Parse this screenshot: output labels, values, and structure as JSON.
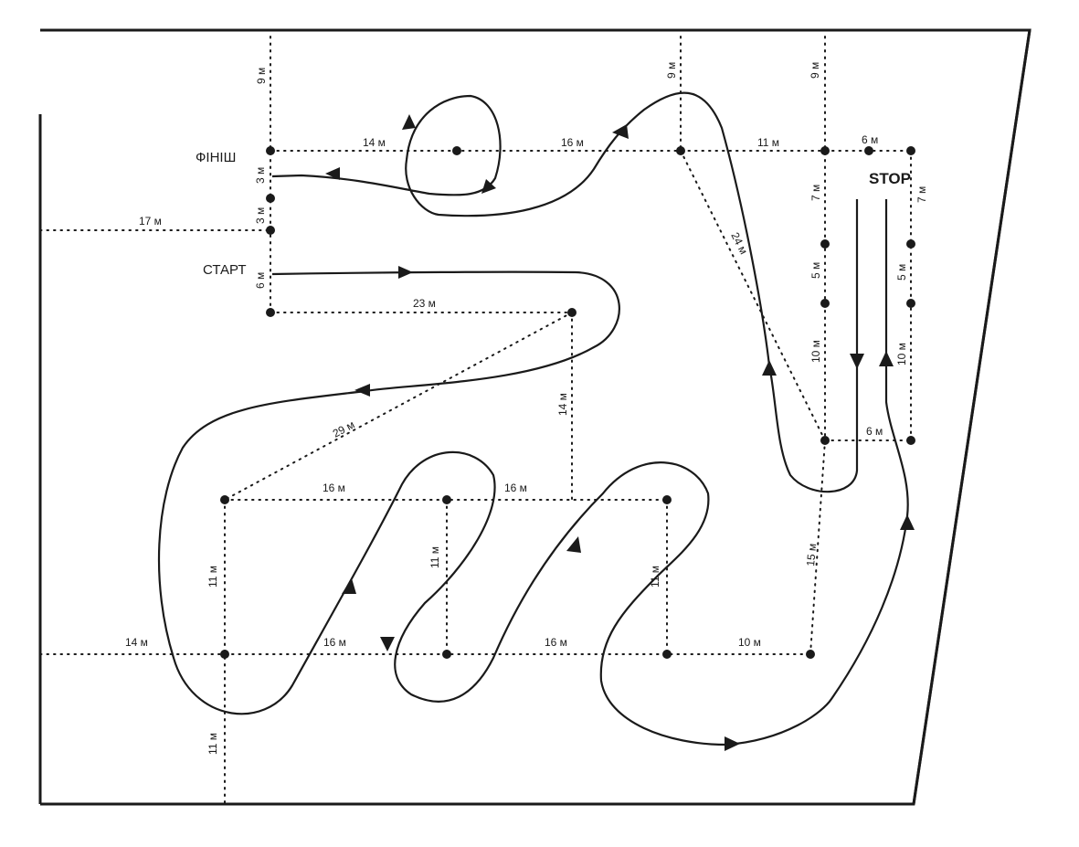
{
  "labels": {
    "finish": "ФІНІШ",
    "start": "СТАРТ",
    "stop": "STOP"
  },
  "dimensions": {
    "d9_a": "9 м",
    "d9_b": "9 м",
    "d9_c": "9 м",
    "d14_top": "14 м",
    "d16_top": "16 м",
    "d11_top": "11 м",
    "d6_top": "6 м",
    "d3_a": "3 м",
    "d3_b": "3 м",
    "d17": "17 м",
    "d6_left": "6 м",
    "d23": "23 м",
    "d24": "24 м",
    "d7_a": "7 м",
    "d7_b": "7 м",
    "d5_a": "5 м",
    "d5_b": "5 м",
    "d10_a": "10 м",
    "d10_b": "10 м",
    "d6_mid": "6 м",
    "d14_mid": "14 м",
    "d29": "29 м",
    "d16_m1": "16 м",
    "d16_m2": "16 м",
    "d11_l1": "11 м",
    "d11_m1": "11 м",
    "d11_m2": "11 м",
    "d15": "15 м",
    "d14_bottom": "14 м",
    "d16_b1": "16 м",
    "d16_b2": "16 м",
    "d10_bottom": "10 м",
    "d11_l2": "11 м"
  }
}
